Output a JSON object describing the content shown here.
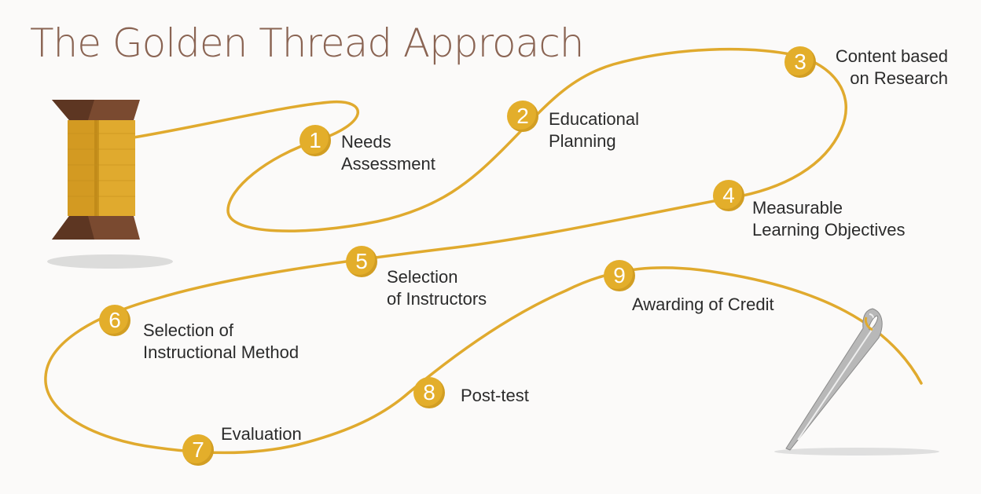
{
  "title": "The Golden Thread Approach",
  "colors": {
    "title": "#8a6453",
    "thread": "#e0aa2e",
    "badge": "#e3ae2b",
    "spool_wood": "#7a4a30",
    "label_text": "#2b2b2b"
  },
  "icons": [
    "spool-icon",
    "needle-icon"
  ],
  "steps": [
    {
      "number": "1",
      "lines": [
        "Needs",
        "Assessment"
      ]
    },
    {
      "number": "2",
      "lines": [
        "Educational",
        "Planning"
      ]
    },
    {
      "number": "3",
      "lines": [
        "Content based",
        "on Research"
      ]
    },
    {
      "number": "4",
      "lines": [
        "Measurable",
        "Learning Objectives"
      ]
    },
    {
      "number": "5",
      "lines": [
        "Selection",
        "of Instructors"
      ]
    },
    {
      "number": "6",
      "lines": [
        "Selection of",
        "Instructional Method"
      ]
    },
    {
      "number": "7",
      "lines": [
        "Evaluation"
      ]
    },
    {
      "number": "8",
      "lines": [
        "Post-test"
      ]
    },
    {
      "number": "9",
      "lines": [
        "Awarding of Credit"
      ]
    }
  ]
}
